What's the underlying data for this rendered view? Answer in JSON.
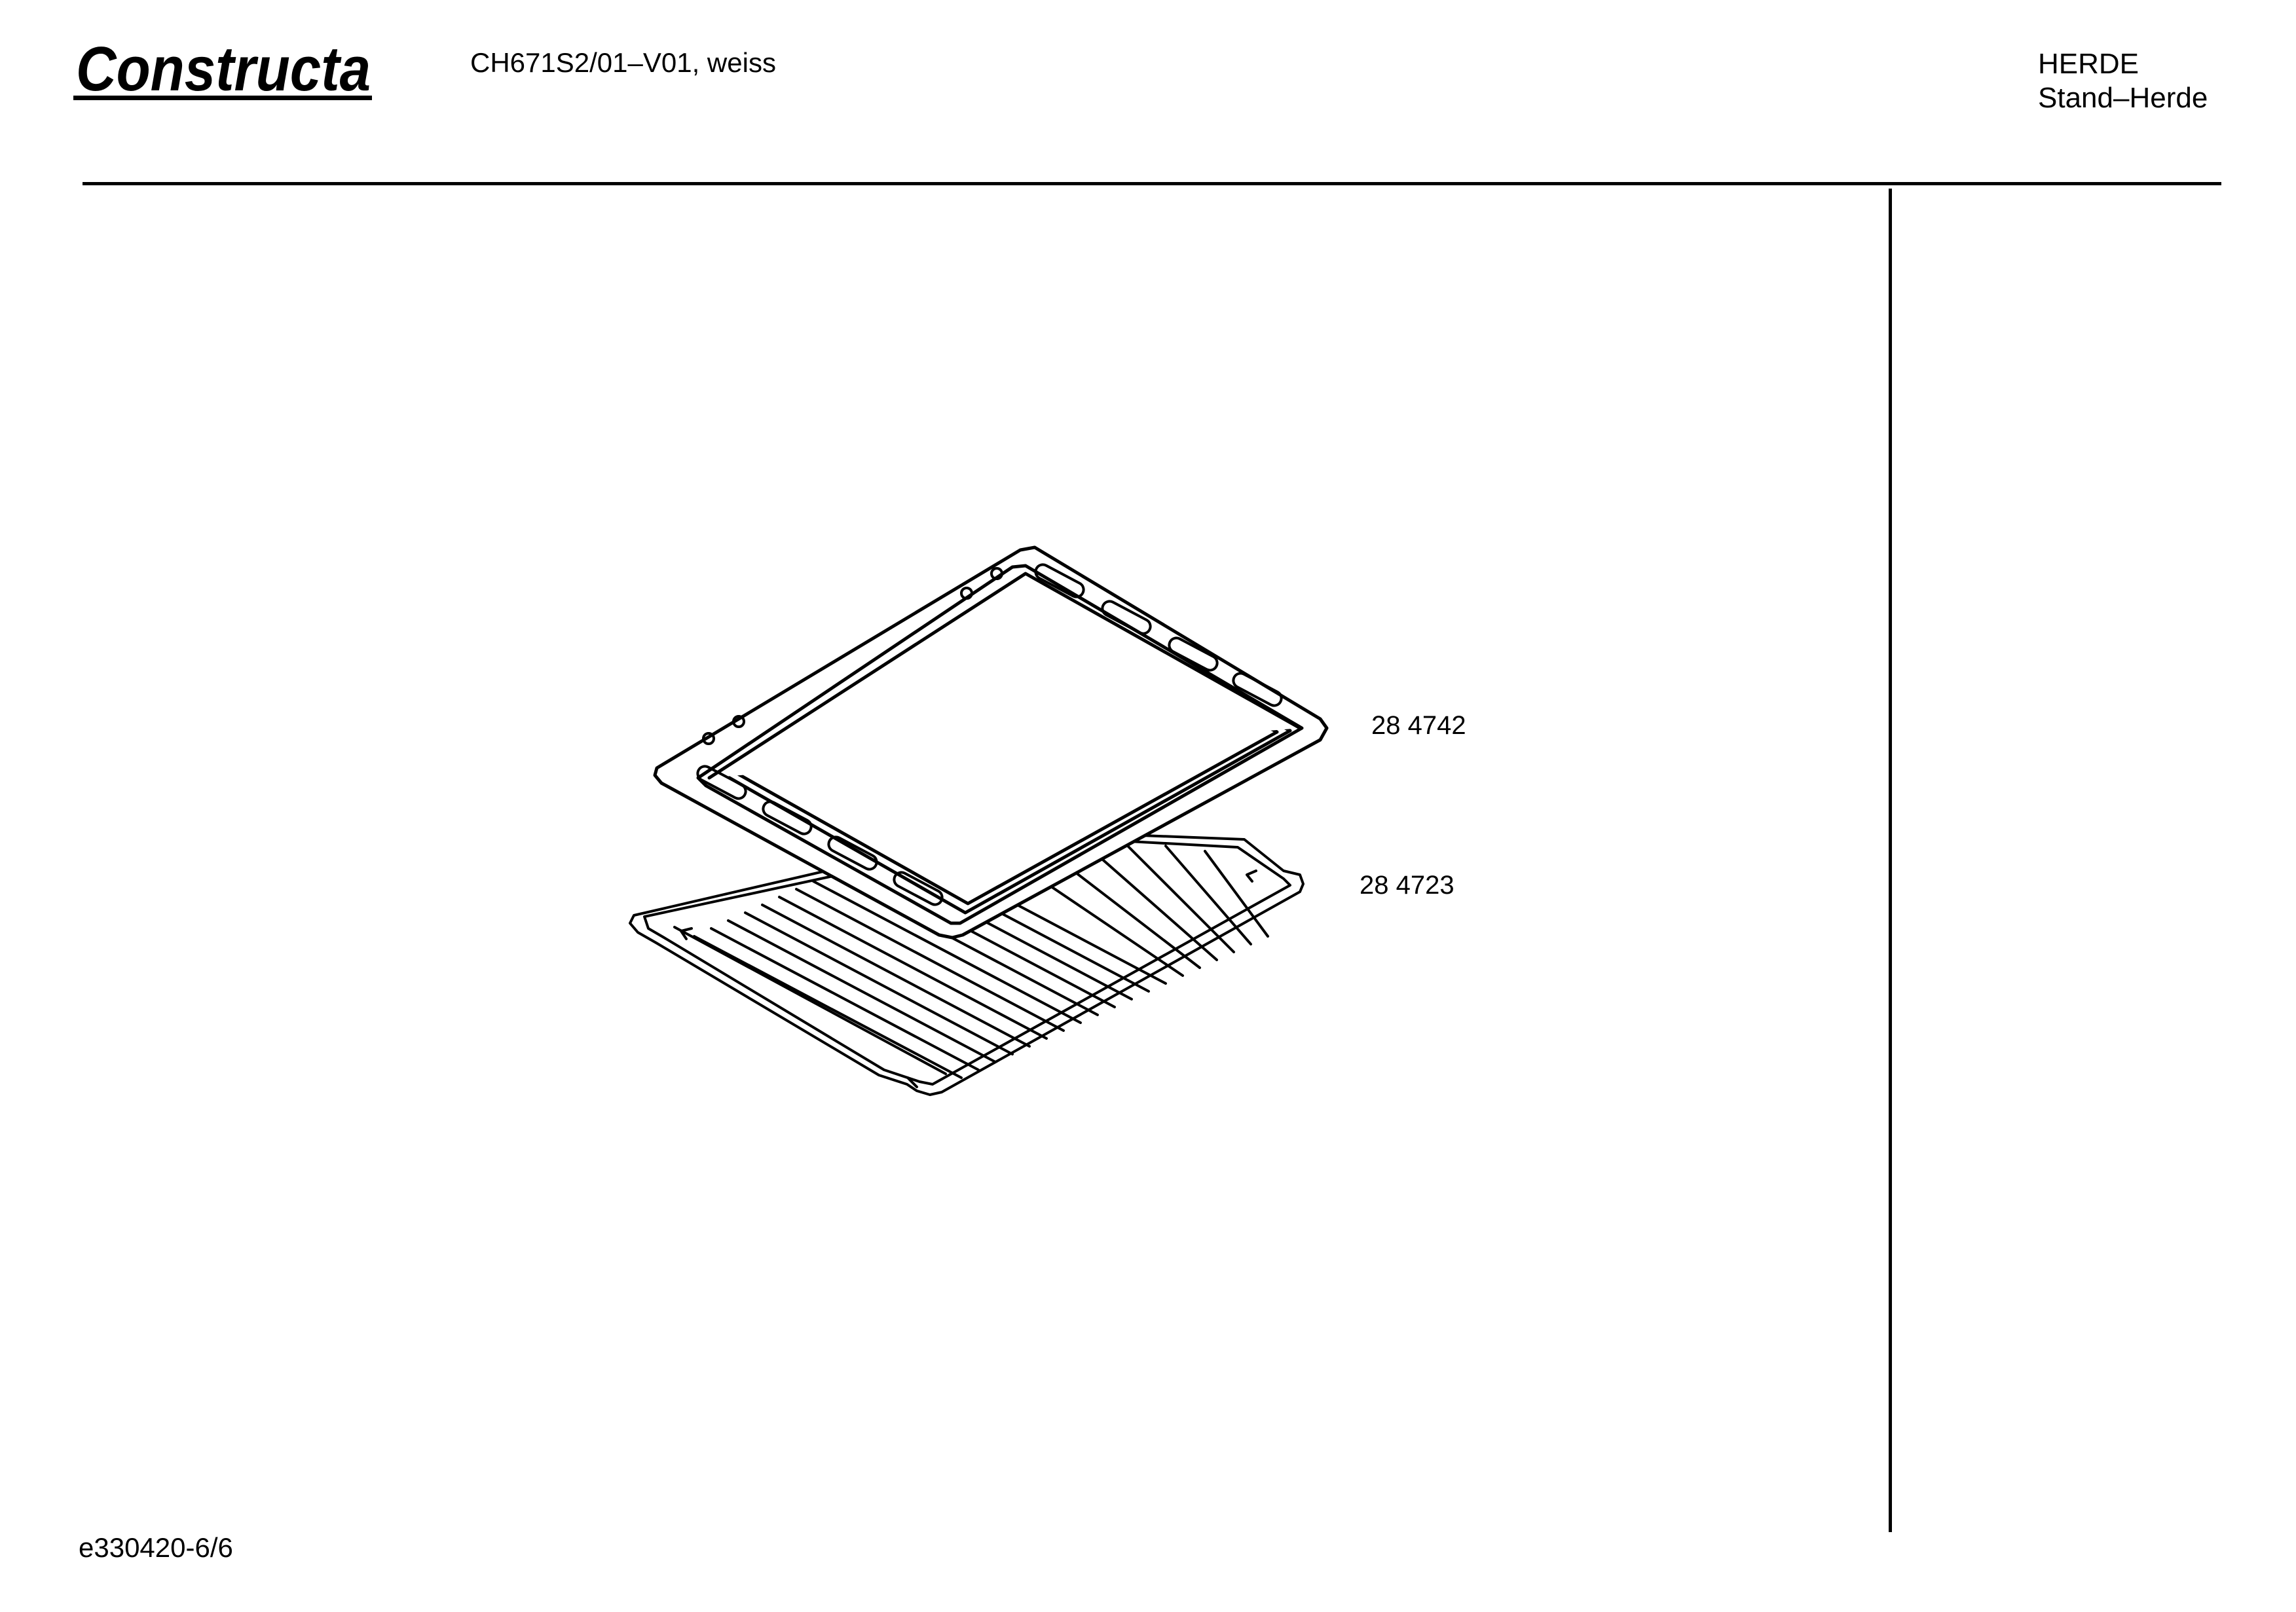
{
  "header": {
    "logo_text": "Constructa",
    "model": "CH671S2/01–V01, weiss",
    "category_line1": "HERDE",
    "category_line2": "Stand–Herde"
  },
  "parts": [
    {
      "number": "28 4742"
    },
    {
      "number": "28 4723"
    }
  ],
  "footer": {
    "doc_id": "e330420-6/6"
  }
}
